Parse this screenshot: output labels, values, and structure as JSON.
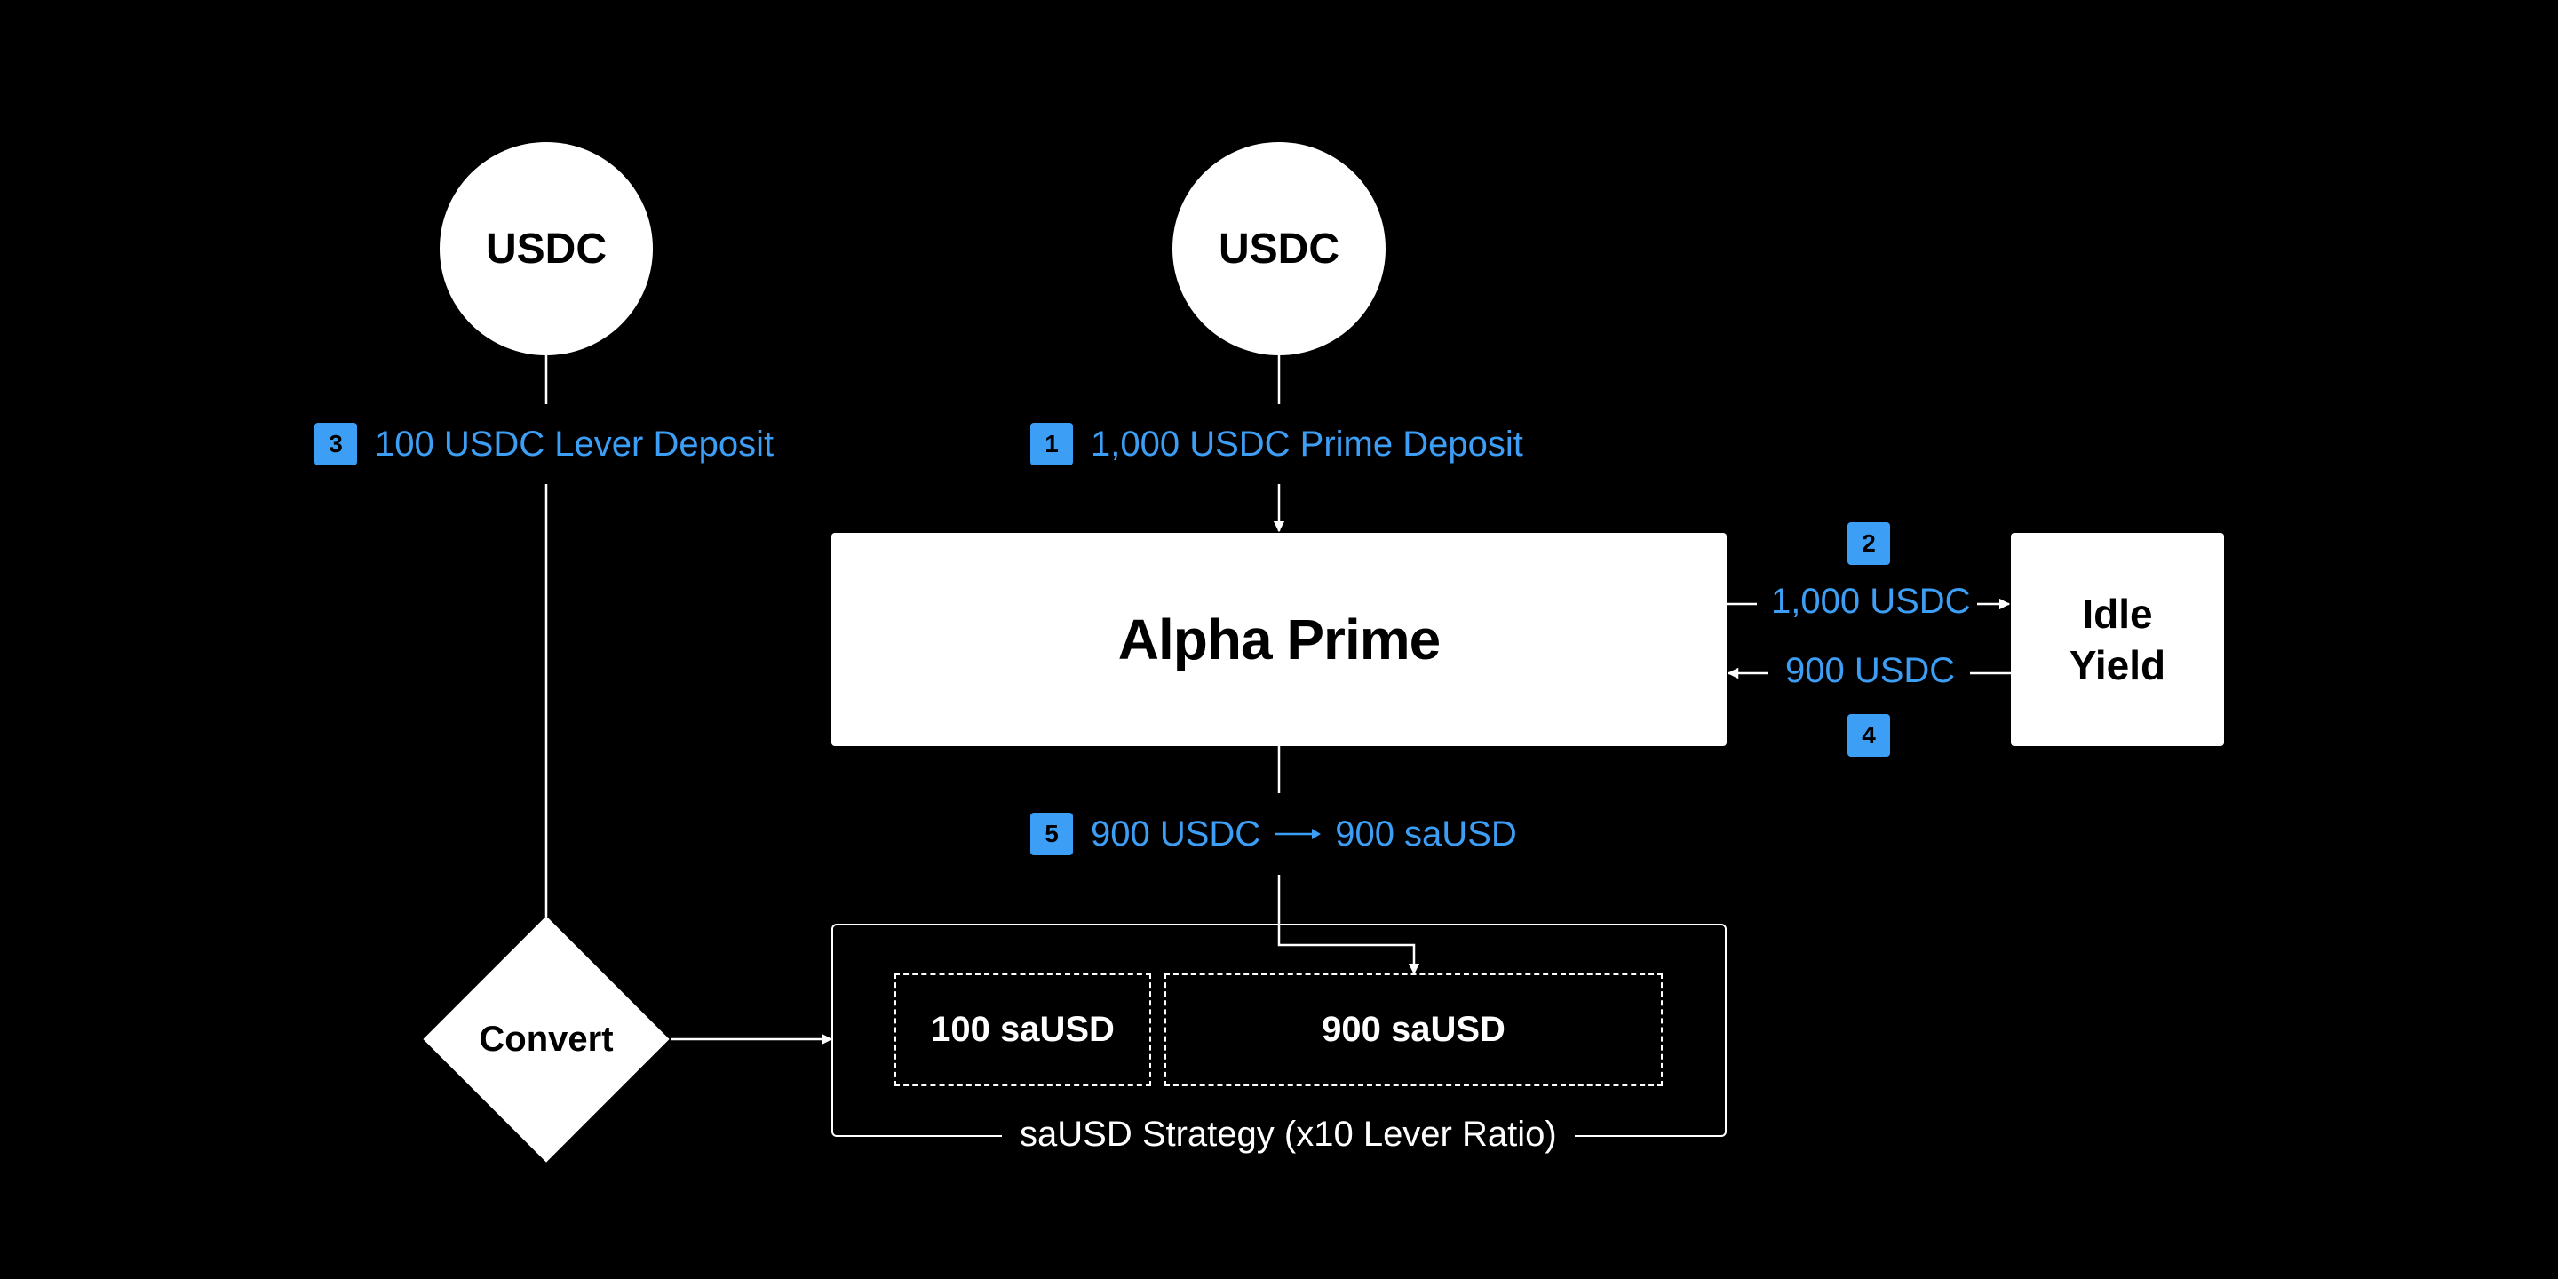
{
  "nodes": {
    "usdc_left": "USDC",
    "usdc_right": "USDC",
    "alpha_prime": "Alpha Prime",
    "idle_yield_line1": "Idle",
    "idle_yield_line2": "Yield",
    "convert": "Convert"
  },
  "strategy": {
    "caption": "saUSD Strategy (x10 Lever Ratio)",
    "holding_small": "100 saUSD",
    "holding_large": "900 saUSD"
  },
  "steps": [
    {
      "badge": "1",
      "text": "1,000 USDC Prime Deposit"
    },
    {
      "badge": "2",
      "text": "1,000 USDC"
    },
    {
      "badge": "3",
      "text": "100 USDC Lever Deposit"
    },
    {
      "badge": "4",
      "text": "900 USDC"
    },
    {
      "badge": "5",
      "text_from": "900 USDC",
      "text_to": "900 saUSD"
    }
  ],
  "colors": {
    "background": "#000000",
    "node_fill": "#ffffff",
    "step_accent": "#3d9ef5"
  }
}
